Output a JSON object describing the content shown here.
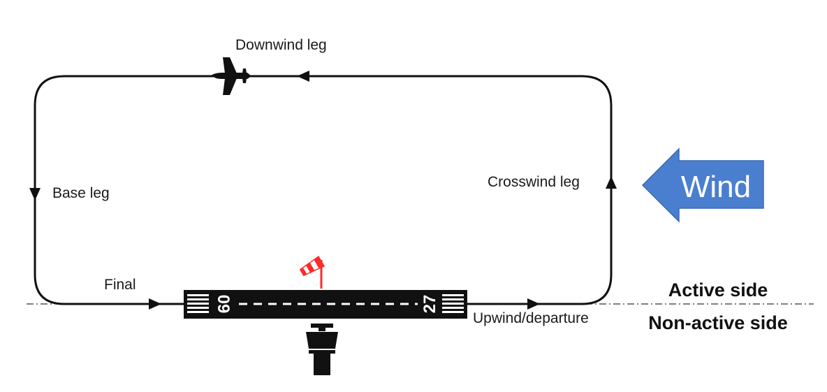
{
  "labels": {
    "downwind": "Downwind leg",
    "base": "Base leg",
    "crosswind": "Crosswind leg",
    "final": "Final",
    "upwind": "Upwind/departure",
    "active_side": "Active side",
    "non_active_side": "Non-active side",
    "wind": "Wind"
  },
  "runway": {
    "left_number": "09",
    "right_number": "27"
  },
  "icons": {
    "aircraft": "airplane-icon",
    "windsock": "windsock-icon",
    "tower": "control-tower-icon",
    "wind_arrow": "wind-arrow-icon"
  },
  "colors": {
    "path": "#111111",
    "runway": "#111111",
    "windsock": "#ff2a2a",
    "wind_arrow": "#4a7fcf",
    "wind_arrow_border": "#3a6ab4",
    "text": "#1a1a1a"
  }
}
